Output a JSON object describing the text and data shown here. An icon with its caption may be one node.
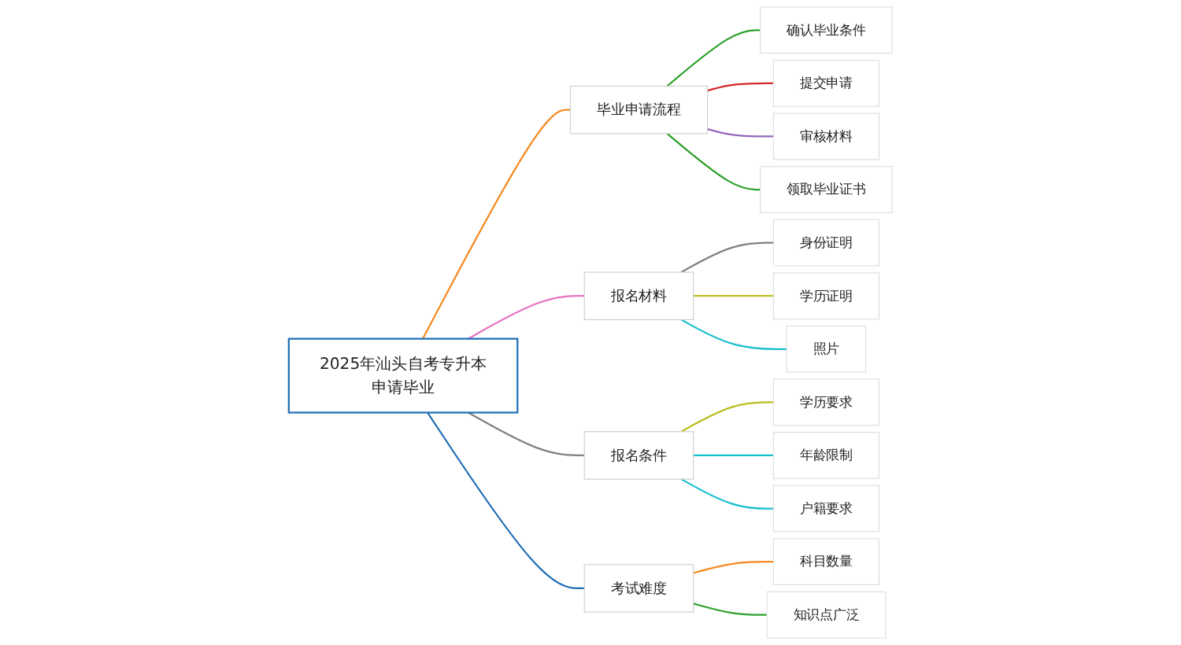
{
  "diagram": {
    "nodes": [
      {
        "text": [
          "2025年汕头自考专升本申请毕业"
        ]
      },
      {
        "text": [
          "毕业申请流程"
        ]
      },
      {
        "text": [
          "确认毕业条件"
        ]
      },
      {
        "text": [
          "提交申请"
        ]
      },
      {
        "text": [
          "审核材料"
        ]
      },
      {
        "text": [
          "领取毕业证书"
        ]
      },
      {
        "text": [
          "报名材料"
        ]
      },
      {
        "text": [
          "身份证明"
        ]
      },
      {
        "text": [
          "学历证明"
        ]
      },
      {
        "text": [
          "照片"
        ]
      },
      {
        "text": [
          "报名条件"
        ]
      },
      {
        "text": [
          "学历要求"
        ]
      },
      {
        "text": [
          "年龄限制"
        ]
      },
      {
        "text": [
          "户籍要求"
        ]
      },
      {
        "text": [
          "考试难度"
        ]
      },
      {
        "text": [
          "科目数量"
        ]
      },
      {
        "text": [
          "知识点广泛"
        ]
      }
    ],
    "edges": [
      {
        "from": 0,
        "to": 1,
        "arrow": "none",
        "color": "#f5891f"
      },
      {
        "from": 1,
        "to": 2,
        "arrow": "none",
        "color": "#2ca02c"
      },
      {
        "from": 1,
        "to": 3,
        "arrow": "none",
        "color": "#d62728"
      },
      {
        "from": 1,
        "to": 4,
        "arrow": "none",
        "color": "#9467bd"
      },
      {
        "from": 1,
        "to": 5,
        "arrow": "none",
        "color": "#2ca02c"
      },
      {
        "from": 0,
        "to": 6,
        "arrow": "none",
        "color": "#e672c4"
      },
      {
        "from": 6,
        "to": 7,
        "arrow": "none",
        "color": "#808080"
      },
      {
        "from": 6,
        "to": 8,
        "arrow": "none",
        "color": "#bcbd22"
      },
      {
        "from": 6,
        "to": 9,
        "arrow": "none",
        "color": "#17becf"
      },
      {
        "from": 0,
        "to": 10,
        "arrow": "none",
        "color": "#808080"
      },
      {
        "from": 10,
        "to": 11,
        "arrow": "none",
        "color": "#bcbd22"
      },
      {
        "from": 10,
        "to": 12,
        "arrow": "none",
        "color": "#17becf"
      },
      {
        "from": 10,
        "to": 13,
        "arrow": "none",
        "color": "#17becf"
      },
      {
        "from": 0,
        "to": 14,
        "arrow": "none",
        "color": "#1f6eb5"
      },
      {
        "from": 14,
        "to": 15,
        "arrow": "none",
        "color": "#f5891f"
      },
      {
        "from": 14,
        "to": 16,
        "arrow": "none",
        "color": "#2ca02c"
      }
    ]
  }
}
